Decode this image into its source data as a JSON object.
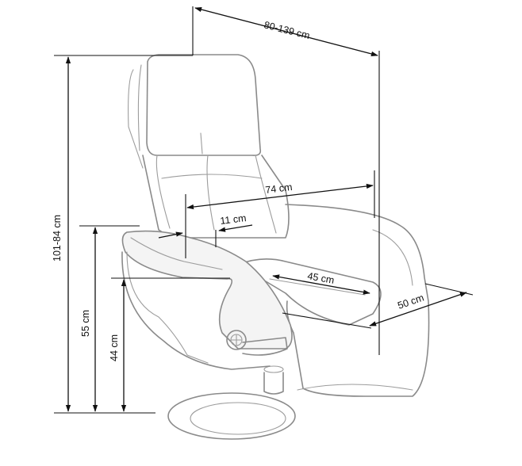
{
  "dimensions": {
    "width_range": "80-139 cm",
    "height_range": "101-84 cm",
    "seat_depth_upper": "74 cm",
    "armrest_width": "11 cm",
    "seat_depth": "45 cm",
    "seat_width": "50 cm",
    "seat_height": "55 cm",
    "armrest_height": "44 cm"
  },
  "colors": {
    "chair_outline": "#8a8a8a",
    "dimension_lines": "#111111"
  }
}
